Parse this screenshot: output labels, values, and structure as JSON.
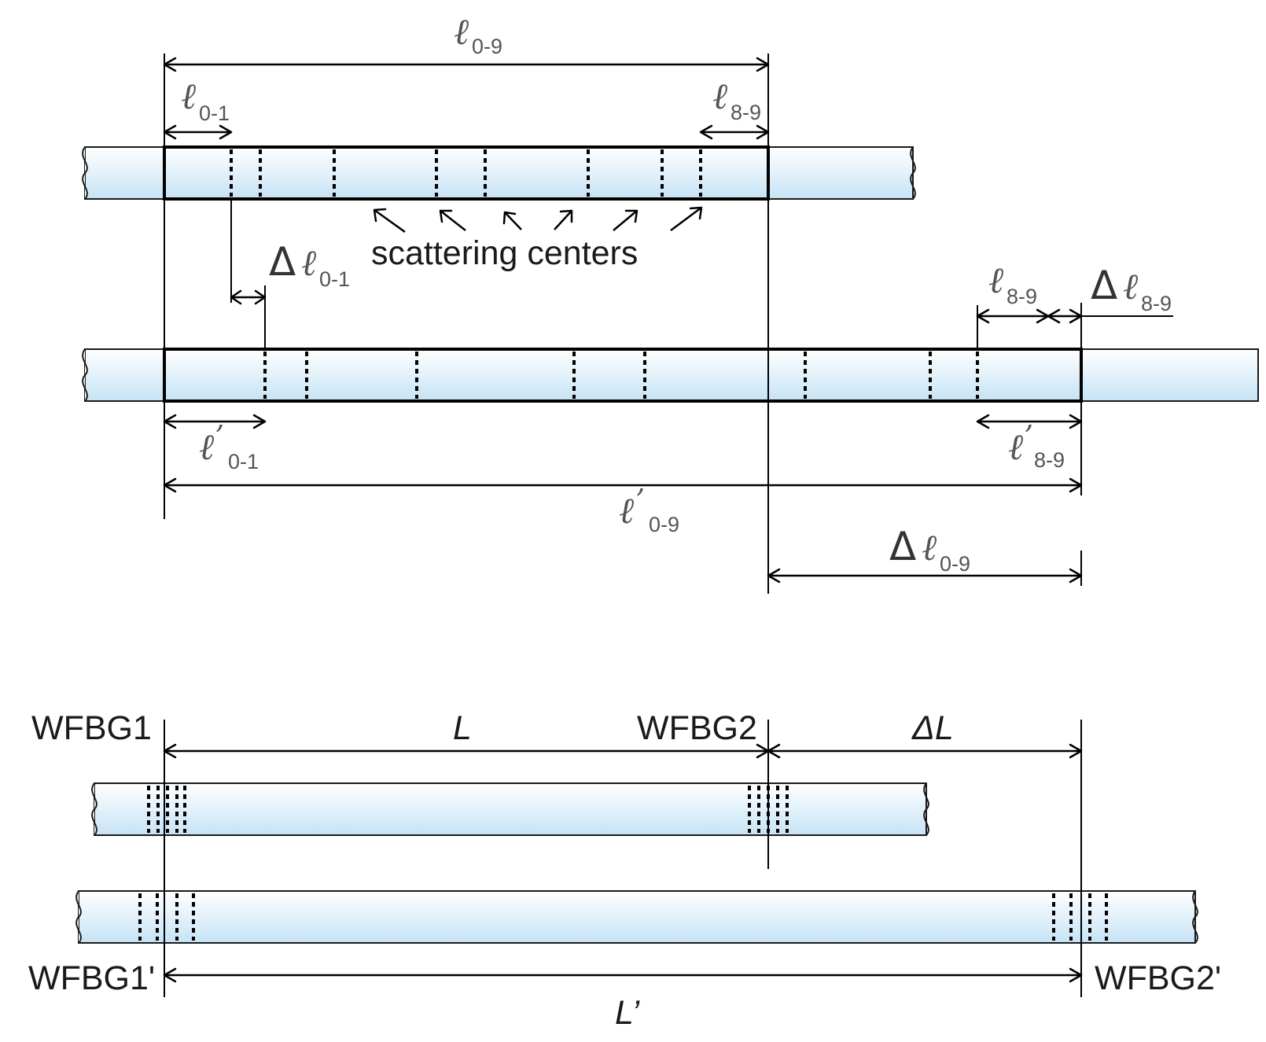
{
  "colors": {
    "fiber_top": "#ffffff",
    "fiber_bottom": "#c6e3f5",
    "ink": "#000000",
    "label_gray": "#555555"
  },
  "labels": {
    "l_sym": "ℓ",
    "sub_0_9": "0-9",
    "sub_0_1": "0-1",
    "sub_8_9": "8-9",
    "prime_mark": "’",
    "delta_sym": "Δ",
    "scattering_centers": "scattering centers",
    "wfbg1": "WFBG1",
    "wfbg2": "WFBG2",
    "L": "L",
    "delta_L": "ΔL",
    "wfbg1_prime": "WFBG1'",
    "wfbg2_prime": "WFBG2'",
    "L_prime": "L’"
  }
}
